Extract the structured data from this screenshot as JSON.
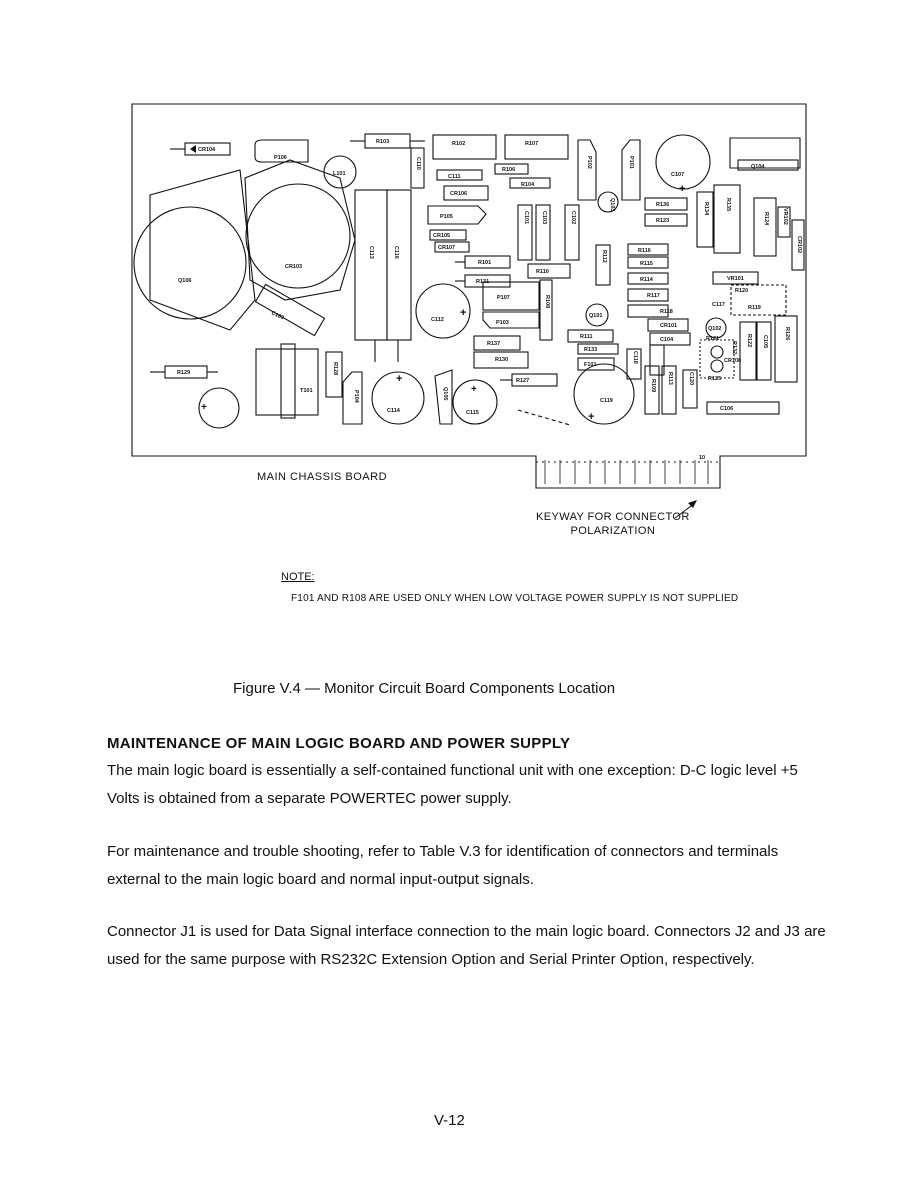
{
  "figure": {
    "components": {
      "cr104": "CR104",
      "p106": "P106",
      "r103": "R103",
      "r102": "R102",
      "r107": "R107",
      "l101": "L101",
      "c110": "C110",
      "r106": "R106",
      "c111": "C111",
      "r104": "R104",
      "cr106": "CR106",
      "p105": "P105",
      "cr105": "CR105",
      "cr107": "CR107",
      "r101": "R101",
      "r131": "R131",
      "cr103": "CR103",
      "q106": "Q106",
      "c113": "C113",
      "c116": "C116",
      "c109": "C109",
      "c112": "C112",
      "p107": "P107",
      "p103": "P103",
      "r108": "R108",
      "r110": "R110",
      "c101": "C101",
      "c103": "C103",
      "c102": "C102",
      "q103": "Q103",
      "p102": "P102",
      "p101": "P101",
      "c107": "C107",
      "r136": "R136",
      "r123": "R123",
      "r134": "R134",
      "r135": "R135",
      "r124": "R124",
      "q104": "Q104",
      "vr102": "VR102",
      "cr102": "CR102",
      "r116": "R116",
      "r115": "R115",
      "r114": "R114",
      "r112": "R112",
      "vr101": "VR101",
      "r117": "R117",
      "r120": "R120",
      "c117": "C117",
      "r119": "R119",
      "r118": "R118",
      "cr101": "CR101",
      "q101": "Q101",
      "r111": "R111",
      "c104": "C104",
      "q102": "Q102",
      "r137": "R137",
      "r133": "R133",
      "r130": "R130",
      "f101": "F101",
      "c118": "C118",
      "r122": "R122",
      "c105": "C105",
      "r113": "R113",
      "r129": "R129",
      "t101": "T101",
      "r128": "R128",
      "p104": "P104",
      "c114": "C114",
      "q105": "Q105",
      "c115": "C115",
      "r127": "R127",
      "c119": "C119",
      "r109": "R109",
      "c120": "C120",
      "c106": "C106",
      "r121": "R121",
      "r132": "R132",
      "cr108": "CR108",
      "r125": "R125",
      "r126": "R126",
      "conn_num": "10"
    },
    "board_label": "MAIN CHASSIS BOARD",
    "keyway_line1": "KEYWAY FOR CONNECTOR",
    "keyway_line2": "POLARIZATION",
    "note_label": "NOTE:",
    "note_text": "F101 AND R108 ARE USED ONLY WHEN LOW VOLTAGE POWER SUPPLY IS NOT SUPPLIED",
    "caption": "Figure V.4 — Monitor Circuit Board Components Location"
  },
  "section": {
    "title": "MAINTENANCE OF MAIN LOGIC BOARD AND POWER SUPPLY",
    "paragraphs": [
      "The main logic board is essentially a self-contained functional unit with one exception: D-C logic level +5 Volts is obtained from a separate POWERTEC power supply.",
      "For maintenance and trouble shooting, refer to Table V.3 for identification of connectors and terminals external to the main logic board and normal input-output signals.",
      "Connector J1 is used for Data Signal interface connection to the main logic board. Connectors J2 and J3 are used for the same purpose with RS232C Extension Option and Serial Printer Option, respectively."
    ]
  },
  "page_number": "V-12"
}
